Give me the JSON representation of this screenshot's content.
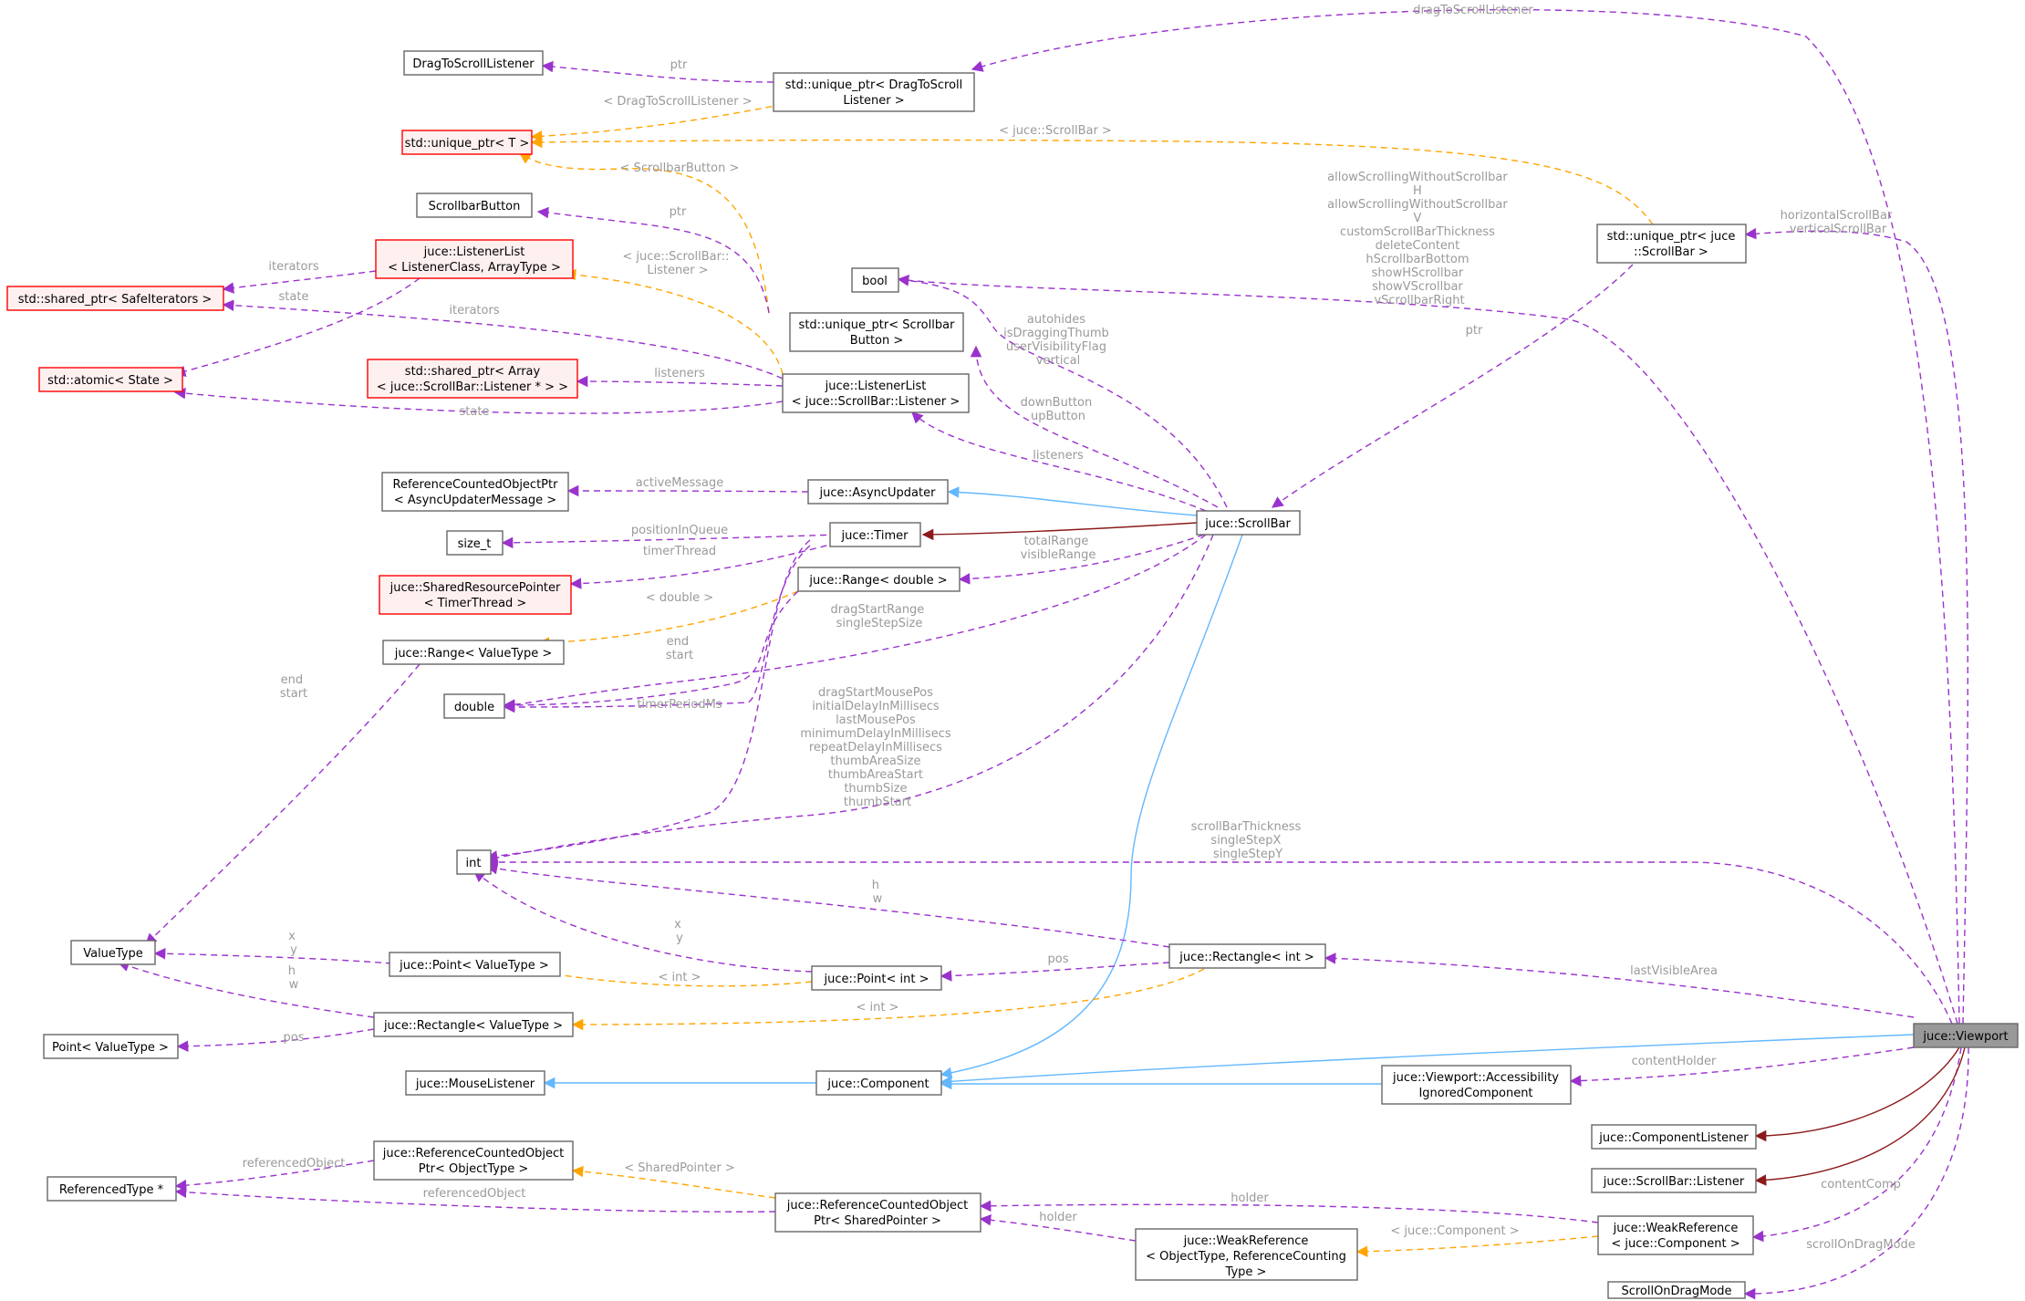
{
  "nodes": {
    "dragToScrollListener": "DragToScrollListener",
    "uniquePtrDragToScroll": [
      "std::unique_ptr< DragToScroll",
      "Listener >"
    ],
    "uniquePtrT": "std::unique_ptr< T >",
    "scrollbarButton": "ScrollbarButton",
    "listenerListGeneric": [
      "juce::ListenerList",
      "< ListenerClass, ArrayType >"
    ],
    "sharedPtrSafeIterators": "std::shared_ptr< SafeIterators >",
    "bool": "bool",
    "uniquePtrScrollbarButton": [
      "std::unique_ptr< Scrollbar",
      "Button >"
    ],
    "atomicState": "std::atomic< State >",
    "sharedPtrArray": [
      "std::shared_ptr< Array",
      "< juce::ScrollBar::Listener * > >"
    ],
    "listenerListScrollBar": [
      "juce::ListenerList",
      "< juce::ScrollBar::Listener >"
    ],
    "uniquePtrJuceScrollBar": [
      "std::unique_ptr< juce",
      "::ScrollBar >"
    ],
    "refCountedAsyncMsg": [
      "ReferenceCountedObjectPtr",
      "< AsyncUpdaterMessage >"
    ],
    "asyncUpdater": "juce::AsyncUpdater",
    "scrollBar": "juce::ScrollBar",
    "sizeT": "size_t",
    "timer": "juce::Timer",
    "sharedResourcePointer": [
      "juce::SharedResourcePointer",
      "< TimerThread >"
    ],
    "rangeDouble": "juce::Range< double >",
    "rangeValueType": "juce::Range< ValueType >",
    "double": "double",
    "int": "int",
    "valueType": "ValueType",
    "pointValueType": "juce::Point< ValueType >",
    "pointInt": "juce::Point< int >",
    "rectangleInt": "juce::Rectangle< int >",
    "pointValueTypePlain": "Point< ValueType >",
    "rectangleValueType": "juce::Rectangle< ValueType >",
    "viewport": "juce::Viewport",
    "mouseListener": "juce::MouseListener",
    "component": "juce::Component",
    "accessibilityIgnored": [
      "juce::Viewport::Accessibility",
      "IgnoredComponent"
    ],
    "componentListener": "juce::ComponentListener",
    "refCountedObjectType": [
      "juce::ReferenceCountedObject",
      "Ptr< ObjectType >"
    ],
    "scrollBarListener": "juce::ScrollBar::Listener",
    "referencedType": "ReferencedType *",
    "refCountedSharedPointer": [
      "juce::ReferenceCountedObject",
      "Ptr< SharedPointer >"
    ],
    "weakReferenceComponent": [
      "juce::WeakReference",
      "< juce::Component >"
    ],
    "weakReferenceGeneric": [
      "juce::WeakReference",
      "< ObjectType, ReferenceCounting",
      "Type >"
    ],
    "scrollOnDragMode": "ScrollOnDragMode"
  },
  "labels": {
    "dragToScrollListener": "dragToScrollListener",
    "ptr1": "ptr",
    "tmplDragToScroll": "< DragToScrollListener >",
    "tmplJuceScrollBar": "< juce::ScrollBar >",
    "tmplScrollbarButton": "< ScrollbarButton >",
    "ptr2": "ptr",
    "iterators1": "iterators",
    "state1": "state",
    "tmplScrollBarListener": [
      "< juce::ScrollBar::",
      "Listener >"
    ],
    "iterators2": "iterators",
    "viewportBools": [
      "allowScrollingWithoutScrollbar",
      "H",
      "allowScrollingWithoutScrollbar",
      "V",
      "customScrollBarThickness",
      "deleteContent",
      "hScrollbarBottom",
      "showHScrollbar",
      "showVScrollbar",
      "vScrollbarRight"
    ],
    "horizVertScrollBar": [
      "horizontalScrollBar",
      "verticalScrollBar"
    ],
    "scrollBarBools": [
      "autohides",
      "isDraggingThumb",
      "userVisibilityFlag",
      "vertical"
    ],
    "ptr3": "ptr",
    "listeners1": "listeners",
    "state2": "state",
    "downUpButton": [
      "downButton",
      "upButton"
    ],
    "listeners2": "listeners",
    "activeMessage": "activeMessage",
    "positionInQueue": "positionInQueue",
    "timerThread": "timerThread",
    "totalVisibleRange": [
      "totalRange",
      "visibleRange"
    ],
    "tmplDouble": "< double >",
    "dragStartSingleStep": [
      "dragStartRange",
      "singleStepSize"
    ],
    "endStart1": [
      "end",
      "start"
    ],
    "endStart2": [
      "end",
      "start"
    ],
    "timerPeriodMs": "timerPeriodMs",
    "scrollBarInts": [
      "dragStartMousePos",
      "initialDelayInMillisecs",
      "lastMousePos",
      "minimumDelayInMillisecs",
      "repeatDelayInMillisecs",
      "thumbAreaSize",
      "thumbAreaStart",
      "thumbSize",
      "thumbStart"
    ],
    "viewportInts": [
      "scrollBarThickness",
      "singleStepX",
      "singleStepY"
    ],
    "hw1": [
      "h",
      "w"
    ],
    "xy1": [
      "x",
      "y"
    ],
    "xy2": [
      "x",
      "y"
    ],
    "pos1": "pos",
    "tmplInt1": "< int >",
    "lastVisibleArea": "lastVisibleArea",
    "hw2": [
      "h",
      "w"
    ],
    "tmplInt2": "< int >",
    "pos2": "pos",
    "contentHolder": "contentHolder",
    "referencedObject1": "referencedObject",
    "tmplSharedPointer": "< SharedPointer >",
    "referencedObject2": "referencedObject",
    "holder1": "holder",
    "contentComp": "contentComp",
    "holder2": "holder",
    "tmplComponent": "< juce::Component >",
    "scrollOnDragMode": "scrollOnDragMode"
  },
  "colors": {
    "usage": "#9a32cd",
    "template": "#ffa500",
    "publicInheritance": "#63b8ff",
    "privateInheritance": "#8b1a1a",
    "highlightedNode": "#999999",
    "incompleteNode": "#ff0000"
  }
}
